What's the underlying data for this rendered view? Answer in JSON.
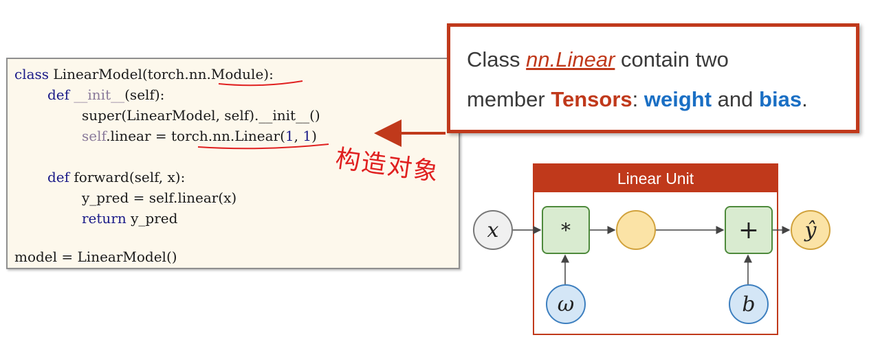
{
  "code": {
    "line1": {
      "kw": "class",
      "rest_a": " LinearModel(torch.",
      "nn": "nn",
      "rest_b": ".Module):"
    },
    "line2": {
      "kw": "def",
      "name": " __init__",
      "rest": "(self):"
    },
    "line3": {
      "text": "super(LinearModel, self).__init__()"
    },
    "line4": {
      "a": "self",
      "b": ".linear = ",
      "c": "torch.nn.Linear(",
      "n1": "1",
      "comma": ", ",
      "n2": "1",
      "end": ")"
    },
    "line5": {
      "kw": "def",
      "rest": " forward(self, x):"
    },
    "line6": {
      "text": "y_pred = self.linear(x)"
    },
    "line7": {
      "kw": "return",
      "rest": " y_pred"
    },
    "line8": {
      "text": "model = LinearModel()"
    },
    "annotation": "构造对象"
  },
  "callout": {
    "word_class": "Class",
    "nn_linear": "nn.Linear",
    "contain_two": "contain two",
    "member": "member",
    "tensors": "Tensors",
    "colon": ":",
    "weight": "weight",
    "and": "and",
    "bias": "bias",
    "period": "."
  },
  "diagram": {
    "title": "Linear Unit",
    "x": "x",
    "mul": "*",
    "add": "+",
    "w": "ω",
    "b": "b",
    "yhat": "ŷ"
  },
  "colors": {
    "accent_red": "#c0391b",
    "blue": "#1a6fc4",
    "code_bg": "#fdf8ec"
  }
}
